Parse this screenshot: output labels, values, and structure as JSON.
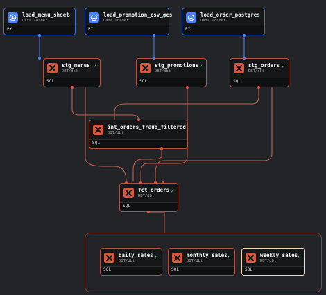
{
  "nodes": {
    "load_menu_sheet": {
      "title": "load_menu_sheet",
      "subtitle": "Data loader",
      "footer": "PY",
      "icon": "data-loader-icon",
      "status": "success"
    },
    "load_promotion_csv_gcs": {
      "title": "load_promotion_csv_gcs",
      "subtitle": "Data loader",
      "footer": "PY",
      "icon": "data-loader-icon",
      "status": "success"
    },
    "load_order_postgres": {
      "title": "load_order_postgres",
      "subtitle": "Data loader",
      "footer": "PY",
      "icon": "data-loader-icon",
      "status": "success"
    },
    "stg_menus": {
      "title": "stg_menus",
      "subtitle": "DBT/dbt",
      "footer": "SQL",
      "icon": "dbt-icon",
      "status": "success"
    },
    "stg_promotions": {
      "title": "stg_promotions",
      "subtitle": "DBT/dbt",
      "footer": "SQL",
      "icon": "dbt-icon",
      "status": "success"
    },
    "stg_orders": {
      "title": "stg_orders",
      "subtitle": "DBT/dbt",
      "footer": "SQL",
      "icon": "dbt-icon",
      "status": "success"
    },
    "int_orders_fraud_filtered": {
      "title": "int_orders_fraud_filtered",
      "subtitle": "DBT/dbt",
      "footer": "SQL",
      "icon": "dbt-icon",
      "status": "none"
    },
    "fct_orders": {
      "title": "fct_orders",
      "subtitle": "DBT/dbt",
      "footer": "SQL",
      "icon": "dbt-icon",
      "status": "success"
    },
    "daily_sales": {
      "title": "daily_sales",
      "subtitle": "DBT/dbt",
      "footer": "SQL",
      "icon": "dbt-icon",
      "status": "success"
    },
    "monthly_sales": {
      "title": "monthly_sales",
      "subtitle": "DBT/dbt",
      "footer": "SQL",
      "icon": "dbt-icon",
      "status": "success"
    },
    "weekly_sales": {
      "title": "weekly_sales",
      "subtitle": "DBT/dbt",
      "footer": "SQL",
      "icon": "dbt-icon",
      "status": "success"
    }
  },
  "status_glyphs": {
    "success": "✓"
  },
  "colors": {
    "canvas": "#232428",
    "node_bg": "#161718",
    "loader_accent": "#4f82f0",
    "loader_border": "#3d6fd6",
    "dbt_accent": "#d9583f",
    "dbt_border": "#b0523f",
    "selected_border": "#f0d9b0",
    "edge_blue": "#4f82f0",
    "edge_red": "#c9604b",
    "success": "#3ad07a"
  }
}
